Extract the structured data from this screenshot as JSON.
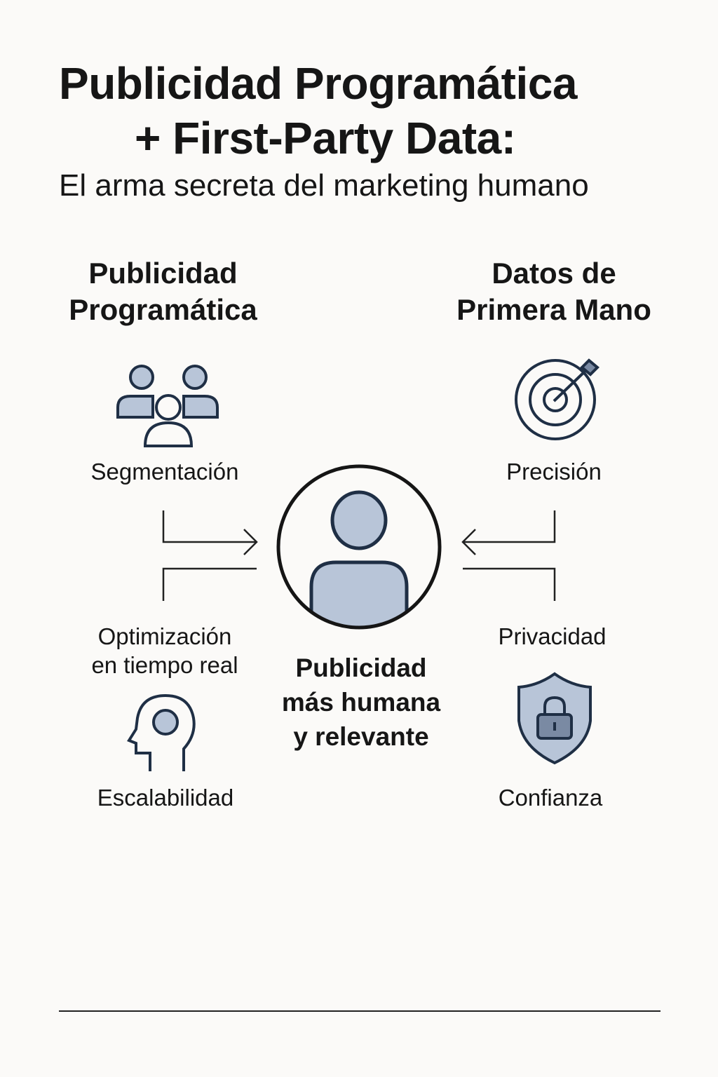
{
  "title": {
    "line1": "Publicidad Programática",
    "line2": "+ First-Party Data:",
    "subtitle": "El arma secreta del marketing humano"
  },
  "left": {
    "heading_line1": "Publicidad",
    "heading_line2": "Programática",
    "items": [
      "Segmentación",
      "Optimización",
      "en tiempo real",
      "Escalabilidad"
    ]
  },
  "right": {
    "heading_line1": "Datos de",
    "heading_line2": "Primera Mano",
    "items": [
      "Precisión",
      "Privacidad",
      "Confianza"
    ]
  },
  "center": {
    "line1": "Publicidad",
    "line2": "más humana",
    "line3": "y relevante"
  },
  "colors": {
    "stroke": "#1f2f45",
    "fill": "#b8c5d8",
    "background": "#fbfaf8"
  }
}
